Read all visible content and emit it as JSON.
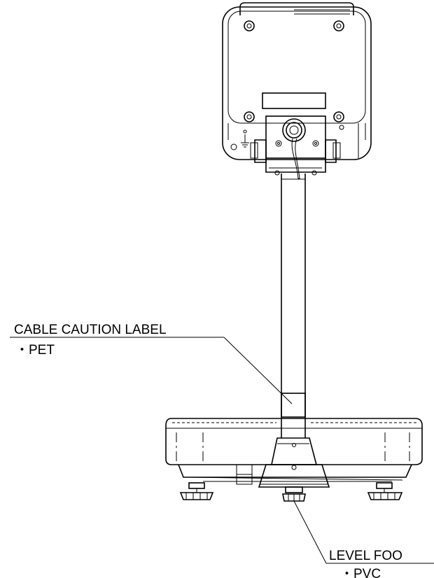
{
  "callouts": {
    "cable_caution": {
      "title": "CABLE CAUTION LABEL",
      "material": "・PET"
    },
    "level_foot": {
      "title": "LEVEL FOO",
      "material": "・PVC"
    }
  }
}
